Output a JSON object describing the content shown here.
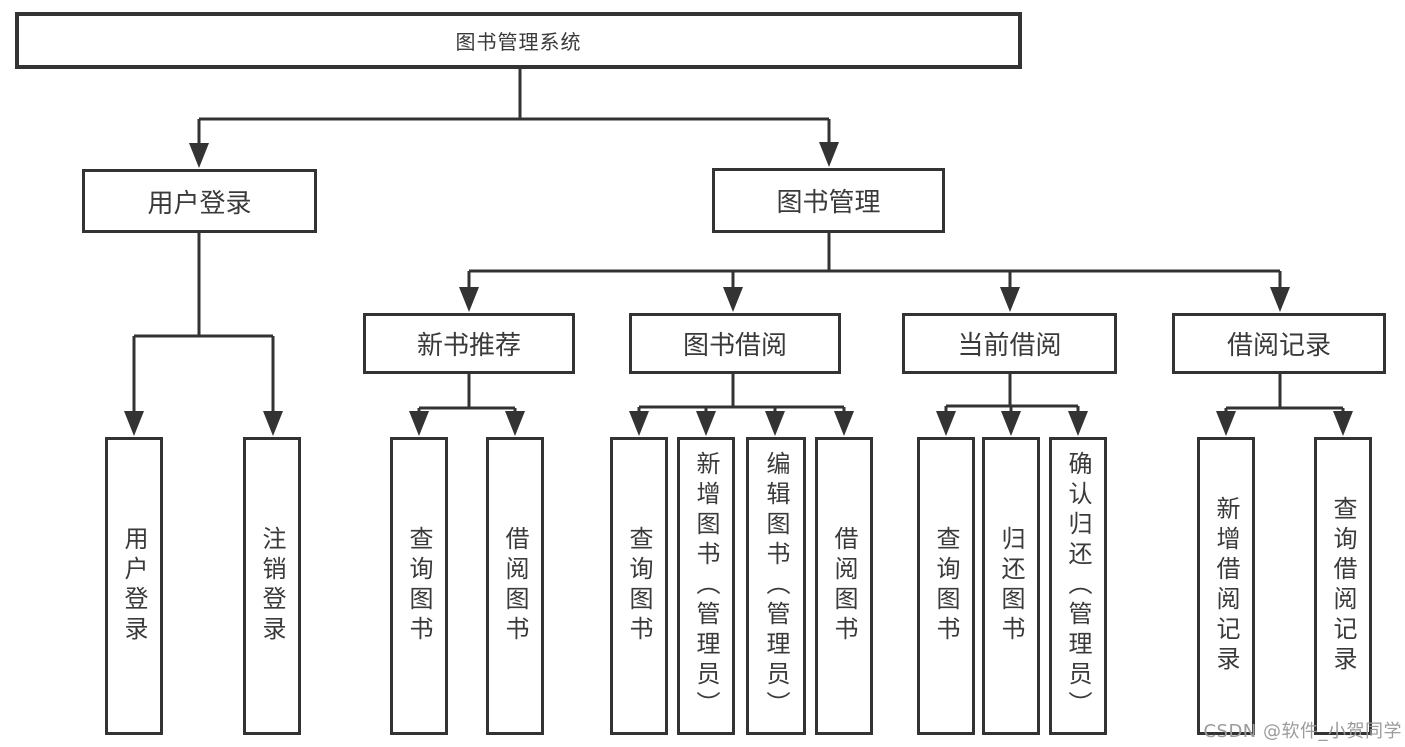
{
  "title": "图书管理系统",
  "tree": {
    "user_login": {
      "label": "用户登录",
      "children": [
        {
          "label": "用户登录"
        },
        {
          "label": "注销登录"
        }
      ]
    },
    "book_mgmt": {
      "label": "图书管理",
      "children": [
        {
          "label": "新书推荐",
          "children": [
            {
              "label": "查询图书"
            },
            {
              "label": "借阅图书"
            }
          ]
        },
        {
          "label": "图书借阅",
          "children": [
            {
              "label": "查询图书"
            },
            {
              "label": "新增图书（管理员）"
            },
            {
              "label": "编辑图书（管理员）"
            },
            {
              "label": "借阅图书"
            }
          ]
        },
        {
          "label": "当前借阅",
          "children": [
            {
              "label": "查询图书"
            },
            {
              "label": "归还图书"
            },
            {
              "label": "确认归还（管理员）"
            }
          ]
        },
        {
          "label": "借阅记录",
          "children": [
            {
              "label": "新增借阅记录"
            },
            {
              "label": "查询借阅记录"
            }
          ]
        }
      ]
    }
  },
  "watermark": "CSDN @软件_小贺同学",
  "colors": {
    "line": "#333333",
    "text": "#3a3a3a",
    "background": "#ffffff",
    "watermark": "#9b9b9b"
  }
}
